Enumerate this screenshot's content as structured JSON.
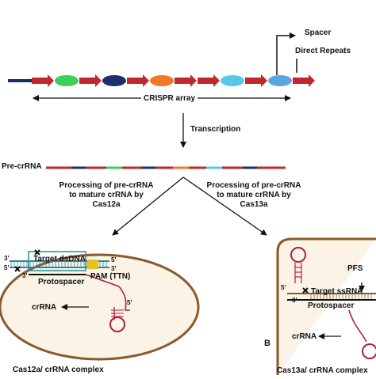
{
  "labels": {
    "spacer": "Spacer",
    "direct_repeats": "Direct Repeats",
    "crispr_array": "CRISPR array",
    "transcription": "Transcription",
    "pre_crrna": "Pre-crRNA",
    "processing_left": "Processing of pre-crRNA\nto mature crRNA by\nCas12a",
    "processing_right": "Processing of pre-crRNA\nto mature crRNA by\nCas13a",
    "cas12a_complex": "Cas12a/ crRNA complex",
    "cas13a_complex": "Cas13a/ crRNA complex",
    "panel_b": "B"
  },
  "cas12a": {
    "target_dsdna": "Target dsDNA",
    "protospacer": "Protospacer",
    "pam": "PAM (TTN)",
    "crrna": "crRNA",
    "three_prime": "3'",
    "five_prime": "5'"
  },
  "cas13a": {
    "target_ssrna": "Target ssRNA",
    "protospacer": "Protospacer",
    "pfs": "PFS",
    "crrna": "crRNA",
    "three_prime": "3'",
    "five_prime": "5'"
  },
  "colors": {
    "repeat": "#c0282d",
    "spacers": [
      "#3cd05a",
      "#1f2f6e",
      "#f07a2a",
      "#58c8e8",
      "#5aa6e0"
    ],
    "oval_fill": "#fbf4e6",
    "oval_stroke": "#8a5a2a",
    "dna_teal": "#2a8a9a",
    "pam_yellow": "#e8c020",
    "hairpin": "#b02040"
  },
  "icons": [
    "arrow-icon",
    "cleavage-x-icon"
  ]
}
